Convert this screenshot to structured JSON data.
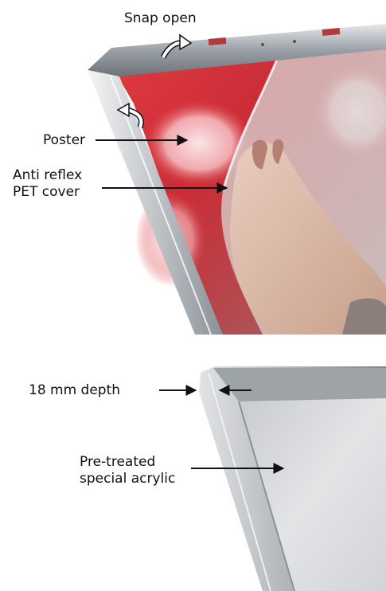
{
  "labels": {
    "snap_open": "Snap open",
    "poster": "Poster",
    "pet_cover_line1": "Anti reflex",
    "pet_cover_line2": "PET cover",
    "depth": "18 mm depth",
    "acrylic_line1": "Pre-treated",
    "acrylic_line2": "special acrylic"
  },
  "colors": {
    "frame_silver": "#b9bdc1",
    "poster_red": "#d8363e",
    "acrylic_grey": "#d9dadc",
    "annotation_black": "#111111"
  },
  "icons": {
    "snap_arrow": "curved-arrow-icon",
    "side_snap_arrow": "curved-arrow-icon"
  }
}
